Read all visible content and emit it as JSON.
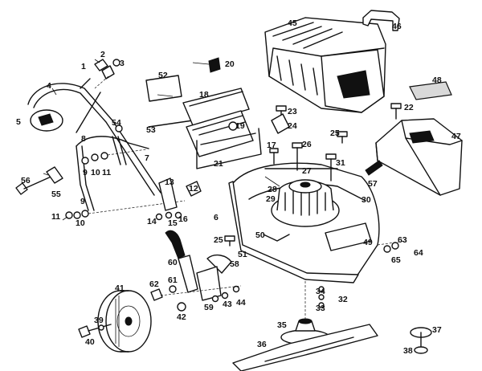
{
  "callouts": {
    "c1": "1",
    "c2": "2",
    "c3": "3",
    "c4": "4",
    "c5": "5",
    "c6": "6",
    "c7": "7",
    "c8": "8",
    "c9a": "9",
    "c9b": "9",
    "c10a": "10",
    "c10b": "10",
    "c11a": "11",
    "c11b": "11",
    "c12": "12",
    "c13": "13",
    "c14": "14",
    "c15": "15",
    "c16": "16",
    "c17": "17",
    "c18": "18",
    "c19": "19",
    "c20": "20",
    "c21": "21",
    "c22": "22",
    "c23": "23",
    "c24": "24",
    "c25a": "25",
    "c25b": "25",
    "c26": "26",
    "c27": "27",
    "c28": "28",
    "c29": "29",
    "c30": "30",
    "c31": "31",
    "c32": "32",
    "c33": "33",
    "c34": "34",
    "c35": "35",
    "c36": "36",
    "c37": "37",
    "c38": "38",
    "c39": "39",
    "c40": "40",
    "c41": "41",
    "c42": "42",
    "c43": "43",
    "c44": "44",
    "c45": "45",
    "c46": "46",
    "c47": "47",
    "c48": "48",
    "c49": "49",
    "c50": "50",
    "c51": "51",
    "c52": "52",
    "c53": "53",
    "c54": "54",
    "c55": "55",
    "c56": "56",
    "c57": "57",
    "c58": "58",
    "c59": "59",
    "c60": "60",
    "c61": "61",
    "c62": "62",
    "c63": "63",
    "c64": "64",
    "c65": "65"
  }
}
